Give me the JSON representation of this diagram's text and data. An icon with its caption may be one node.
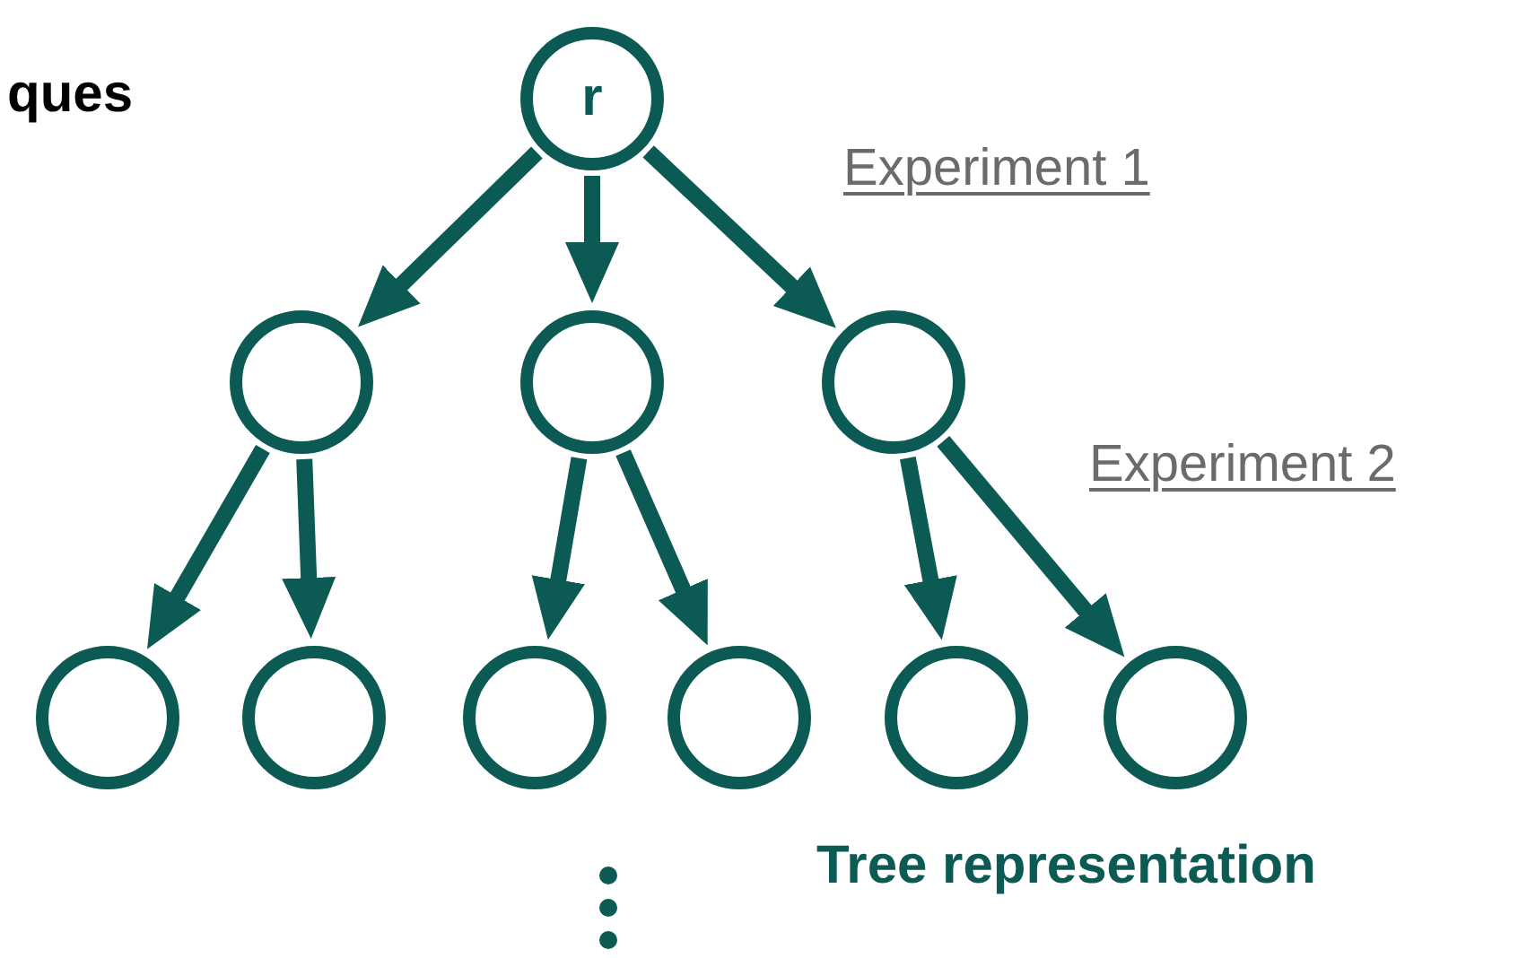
{
  "diagram": {
    "nodes": [
      {
        "text": [
          "r"
        ]
      },
      {
        "text": [],
        "shape": "circle"
      },
      {
        "text": [],
        "shape": "circle"
      },
      {
        "text": [],
        "shape": "circle"
      },
      {
        "text": [],
        "shape": "circle"
      },
      {
        "text": [],
        "shape": "circle"
      },
      {
        "text": [],
        "shape": "circle"
      },
      {
        "text": [],
        "shape": "circle"
      },
      {
        "text": [],
        "shape": "circle"
      },
      {
        "text": [],
        "shape": "circle"
      }
    ],
    "edges": [
      {
        "from": 0,
        "to": 1,
        "arrow": "to"
      },
      {
        "from": 0,
        "to": 2,
        "arrow": "to"
      },
      {
        "from": 0,
        "to": 3,
        "arrow": "to"
      },
      {
        "from": 1,
        "to": 4,
        "arrow": "to"
      },
      {
        "from": 1,
        "to": 5,
        "arrow": "to"
      },
      {
        "from": 2,
        "to": 6,
        "arrow": "to"
      },
      {
        "from": 2,
        "to": 7,
        "arrow": "to"
      },
      {
        "from": 3,
        "to": 8,
        "arrow": "to"
      },
      {
        "from": 3,
        "to": 9,
        "arrow": "to"
      }
    ],
    "labels": [
      "ques",
      "Experiment 1",
      "Experiment 2",
      "Tree representation"
    ]
  }
}
